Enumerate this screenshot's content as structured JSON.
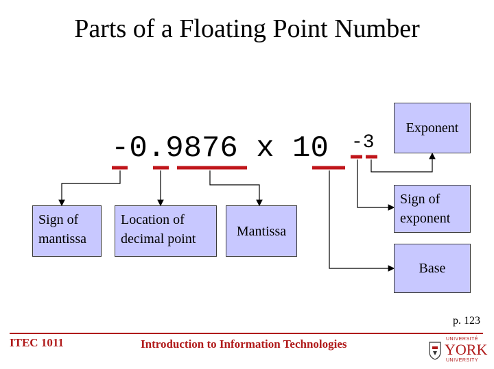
{
  "title": "Parts of a Floating Point Number",
  "expression": {
    "text": "-0.9876 x 10",
    "exponent": "-3"
  },
  "boxes": {
    "sign_of_mantissa": [
      "Sign of",
      "mantissa"
    ],
    "location_of_decimal_point": [
      "Location of",
      "decimal point"
    ],
    "mantissa": "Mantissa",
    "exponent": "Exponent",
    "sign_of_exponent": [
      "Sign of",
      "exponent"
    ],
    "base": "Base"
  },
  "footer": {
    "page": "p. 123",
    "course": "ITEC 1011",
    "course_title": "Introduction to Information Technologies",
    "logo": {
      "university_top": "UNIVERSITÉ",
      "name": "YORK",
      "university_bottom": "UNIVERSITY"
    }
  },
  "colors": {
    "underline": "#c0161b",
    "box_fill": "#c8c8ff",
    "footer": "#b01a1a"
  }
}
